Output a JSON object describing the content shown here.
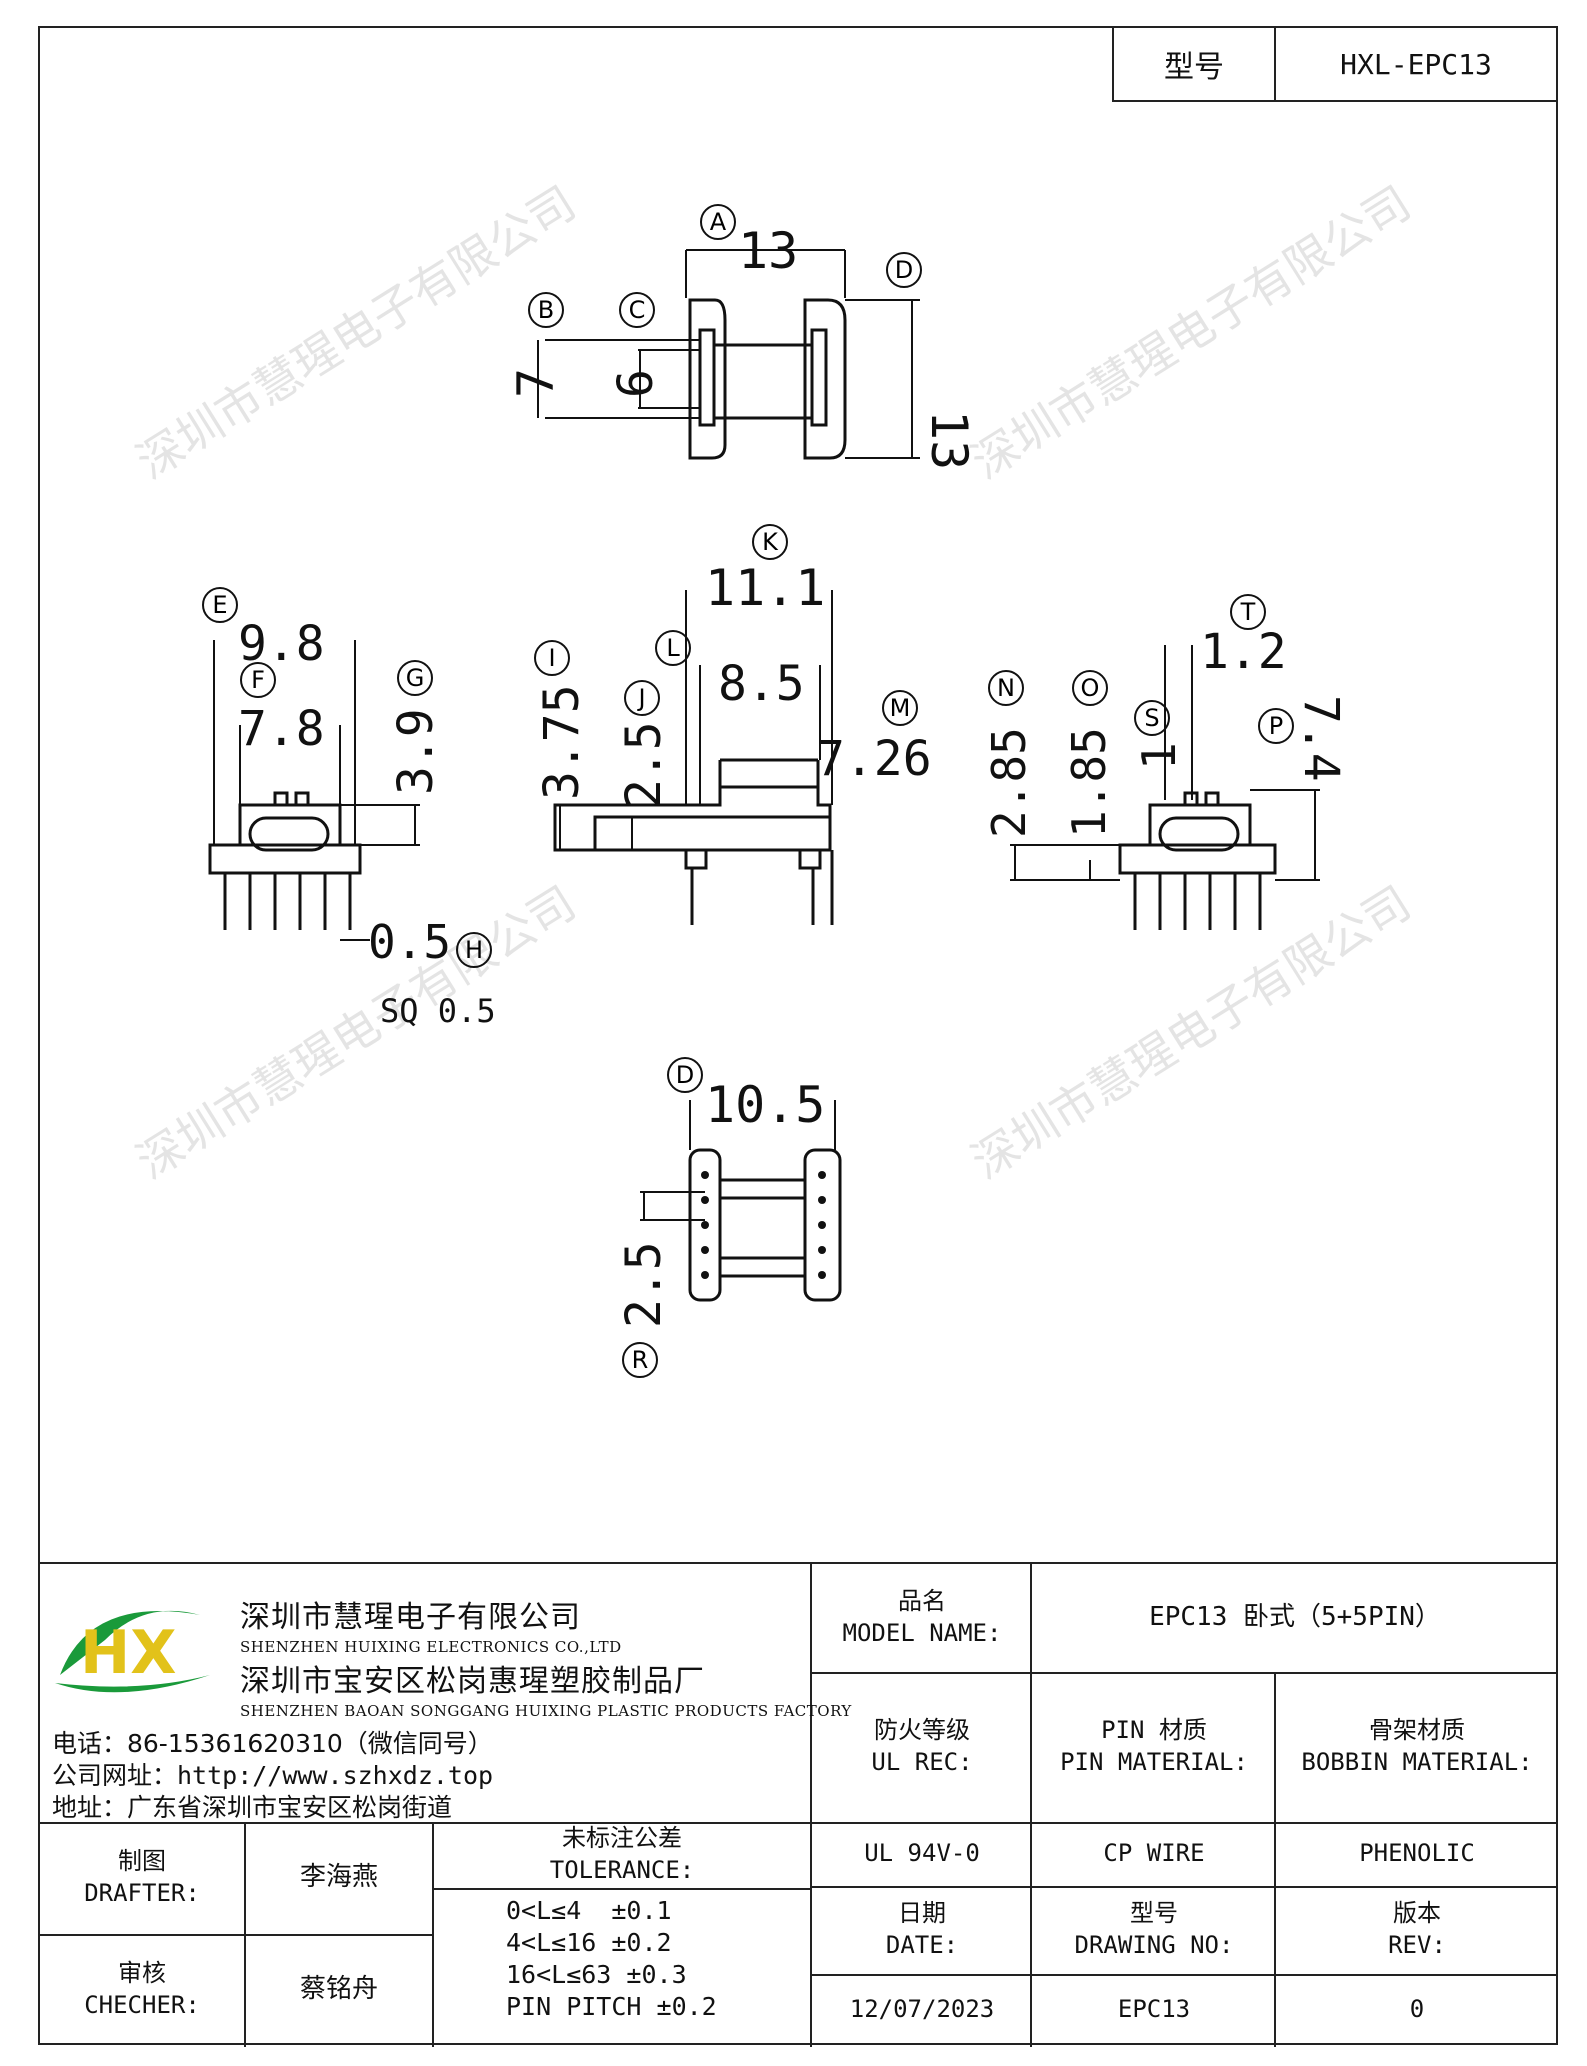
{
  "header": {
    "model_label": "型号",
    "model_value": "HXL-EPC13"
  },
  "watermark": "深圳市慧瑆电子有限公司",
  "dimensions": {
    "A": "13",
    "B": "7",
    "C": "6",
    "D": "13",
    "E": "9.8",
    "F": "7.8",
    "G": "3.9",
    "H": "0.5",
    "sq": "SQ 0.5",
    "I": "3.75",
    "J": "2.5",
    "K": "11.1",
    "L": "8.5",
    "M": "7.26",
    "N": "2.85",
    "O": "1.85",
    "S": "1",
    "T": "1.2",
    "P": "7.4",
    "D2": "10.5",
    "R": "2.5"
  },
  "bubbles": {
    "A": "A",
    "B": "B",
    "C": "C",
    "D": "D",
    "E": "E",
    "F": "F",
    "G": "G",
    "H": "H",
    "I": "I",
    "J": "J",
    "K": "K",
    "L": "L",
    "M": "M",
    "N": "N",
    "O": "O",
    "S": "S",
    "T": "T",
    "P": "P",
    "R": "R"
  },
  "company": {
    "name_cn": "深圳市慧瑆电子有限公司",
    "name_en": "SHENZHEN HUIXING ELECTRONICS CO.,LTD",
    "factory_cn": "深圳市宝安区松岗惠瑆塑胶制品厂",
    "factory_en": "SHENZHEN BAOAN SONGGANG HUIXING PLASTIC PRODUCTS FACTORY",
    "phone": "电话：86-15361620310（微信同号）",
    "website": "公司网址：http://www.szhxdz.top",
    "address": "地址：广东省深圳市宝安区松岗街道",
    "logo_text": "HX"
  },
  "title_block": {
    "model_name_cn": "品名",
    "model_name_en": "MODEL NAME:",
    "model_name_value": "EPC13 卧式（5+5PIN）",
    "ul_cn": "防火等级",
    "ul_en": "UL REC:",
    "ul_value": "UL 94V-0",
    "pin_cn": "PIN 材质",
    "pin_en": "PIN MATERIAL:",
    "pin_value": "CP WIRE",
    "bobbin_cn": "骨架材质",
    "bobbin_en": "BOBBIN MATERIAL:",
    "bobbin_value": "PHENOLIC",
    "drafter_cn": "制图",
    "drafter_en": "DRAFTER:",
    "drafter_value": "李海燕",
    "checker_cn": "审核",
    "checker_en": "CHECHER:",
    "checker_value": "蔡铭舟",
    "tolerance_cn": "未标注公差",
    "tolerance_en": "TOLERANCE:",
    "tolerances": [
      "0<L≤4  ±0.1",
      "4<L≤16 ±0.2",
      "16<L≤63 ±0.3",
      "PIN PITCH ±0.2"
    ],
    "date_cn": "日期",
    "date_en": "DATE:",
    "date_value": "12/07/2023",
    "drawing_cn": "型号",
    "drawing_en": "DRAWING NO:",
    "drawing_value": "EPC13",
    "rev_cn": "版本",
    "rev_en": "REV:",
    "rev_value": "0"
  }
}
